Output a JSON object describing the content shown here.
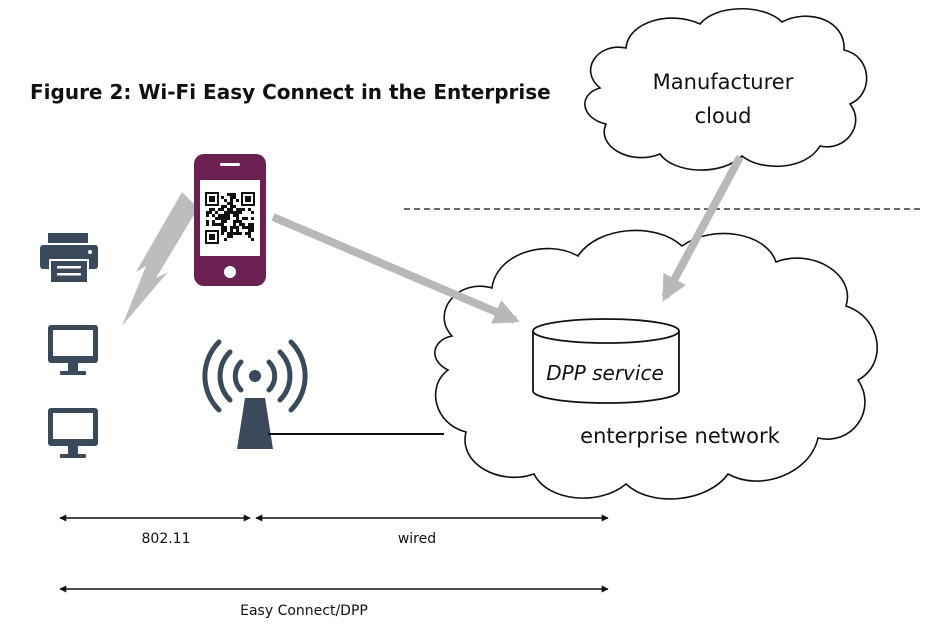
{
  "title": "Figure 2: Wi-Fi Easy Connect in the Enterprise",
  "manufacturer_cloud": {
    "line1": "Manufacturer",
    "line2": "cloud"
  },
  "dpp_service": "DPP service",
  "enterprise_network": "enterprise network",
  "scales": {
    "radio": "802.11",
    "wired": "wired",
    "overall": "Easy Connect/DPP"
  },
  "icons": {
    "phone": "smartphone-qr-icon",
    "printer": "printer-icon",
    "monitor": "monitor-icon",
    "access_point": "wireless-access-point-icon",
    "lightning": "lightning-bolt-icon"
  },
  "colors": {
    "phone": "#6b2152",
    "icon": "#3a4a5a",
    "arrow": "#b8b8b8",
    "line": "#111111"
  }
}
